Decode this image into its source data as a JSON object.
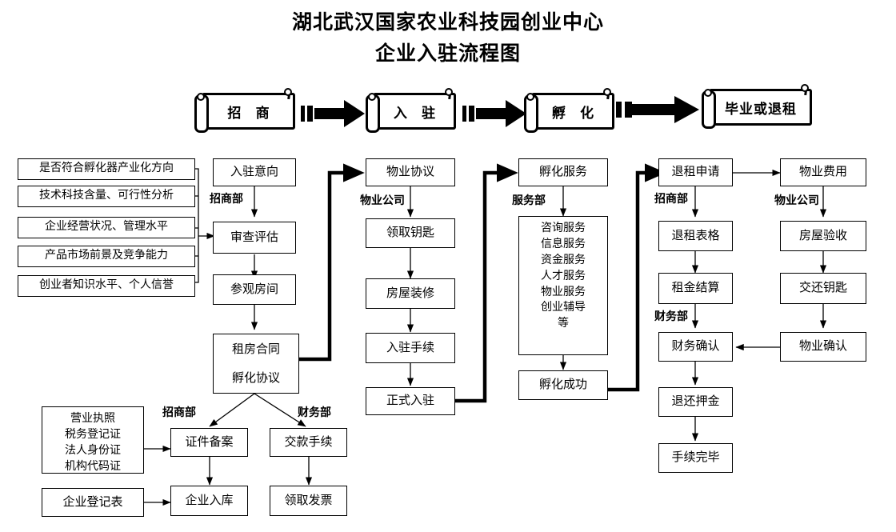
{
  "title": {
    "line1": "湖北武汉国家农业科技园创业中心",
    "line2": "企业入驻流程图"
  },
  "banners": [
    {
      "label": "招 商"
    },
    {
      "label": "入 驻"
    },
    {
      "label": "孵 化"
    },
    {
      "label": "毕业或退租"
    }
  ],
  "criteria": [
    {
      "label": "是否符合孵化器产业化方向"
    },
    {
      "label": "技术科技含量、可行性分析"
    },
    {
      "label": "企业经营状况、管理水平"
    },
    {
      "label": "产品市场前景及竞争能力"
    },
    {
      "label": "创业者知识水平、个人信誉"
    }
  ],
  "col_intent": {
    "dept": "招商部",
    "steps": [
      {
        "label": "入驻意向"
      },
      {
        "label": "审查评估"
      },
      {
        "label": "参观房间"
      },
      {
        "label": "租房合同\n孵化协议"
      }
    ]
  },
  "col_property": {
    "dept": "物业公司",
    "steps": [
      {
        "label": "物业协议"
      },
      {
        "label": "领取钥匙"
      },
      {
        "label": "房屋装修"
      },
      {
        "label": "入驻手续"
      },
      {
        "label": "正式入驻"
      }
    ]
  },
  "col_incubation": {
    "dept": "服务部",
    "steps": [
      {
        "label": "孵化服务"
      },
      {
        "label": "咨询服务\n信息服务\n资金服务\n人才服务\n物业服务\n创业辅导\n等"
      },
      {
        "label": "孵化成功"
      }
    ]
  },
  "col_exit": {
    "dept_top": "招商部",
    "dept_finance": "财务部",
    "steps": [
      {
        "label": "退租申请"
      },
      {
        "label": "退租表格"
      },
      {
        "label": "租金结算"
      },
      {
        "label": "财务确认"
      },
      {
        "label": "退还押金"
      },
      {
        "label": "手续完毕"
      }
    ]
  },
  "col_property_exit": {
    "dept": "物业公司",
    "steps": [
      {
        "label": "物业费用"
      },
      {
        "label": "房屋验收"
      },
      {
        "label": "交还钥匙"
      },
      {
        "label": "物业确认"
      }
    ]
  },
  "bottom": {
    "dept_left": "招商部",
    "dept_right": "财务部",
    "documents": {
      "label": "营业执照\n税务登记证\n法人身份证\n机构代码证"
    },
    "registration_form": {
      "label": "企业登记表"
    },
    "filing": {
      "label": "证件备案"
    },
    "entry": {
      "label": "企业入库"
    },
    "payment": {
      "label": "交款手续"
    },
    "invoice": {
      "label": "领取发票"
    }
  },
  "colors": {
    "stroke": "#000000",
    "background": "#ffffff",
    "text": "#000000"
  }
}
